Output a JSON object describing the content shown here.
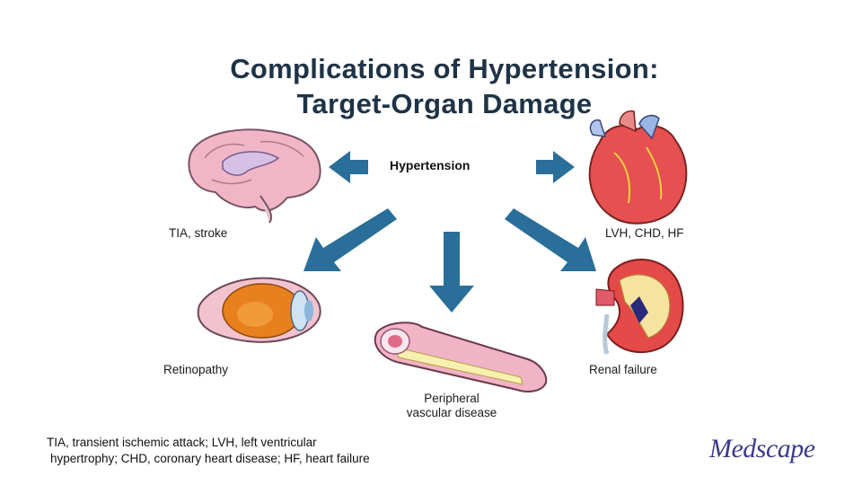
{
  "title": {
    "line1": "Complications of Hypertension:",
    "line2": "Target-Organ Damage"
  },
  "center": "Hypertension",
  "organs": {
    "brain": "TIA, stroke",
    "heart": "LVH, CHD, HF",
    "eye": "Retinopathy",
    "vessel": "Peripheral vascular disease",
    "kidney": "Renal failure"
  },
  "footnote": {
    "line1": "TIA, transient ischemic attack; LVH, left ventricular",
    "line2": "hypertrophy; CHD, coronary heart disease; HF, heart failure"
  },
  "brand": "Medscape",
  "colors": {
    "arrow": "#2a6e9a",
    "title": "#1f3346",
    "organ_pink": "#e9a3b8",
    "eye_orange": "#e07820",
    "heart_red": "#e04848"
  }
}
